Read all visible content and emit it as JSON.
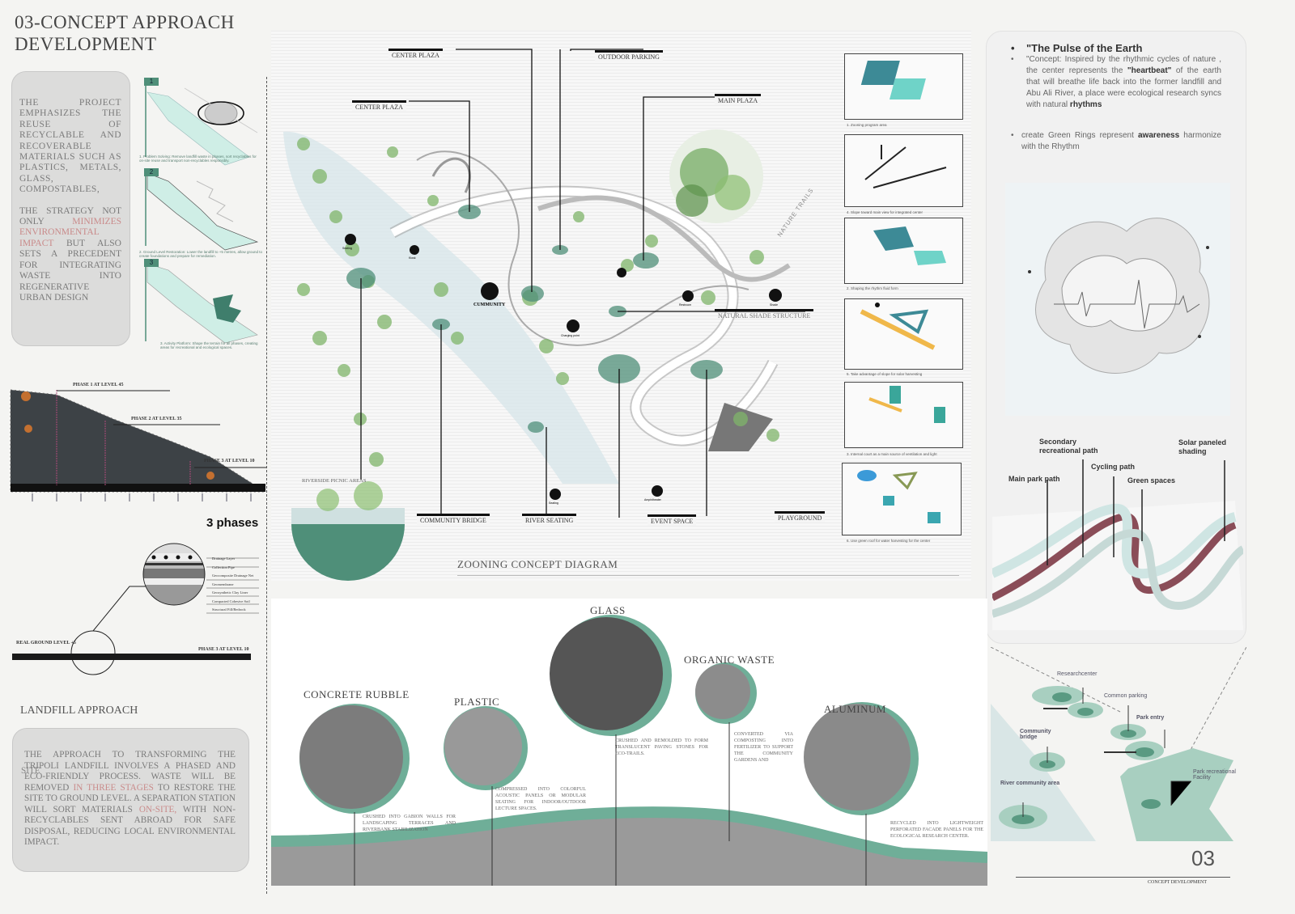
{
  "title": {
    "line1": "03-CONCEPT APPROACH",
    "line2": "DEVELOPMENT"
  },
  "intro": {
    "text_a": "THE PROJECT EMPHASIZES THE REUSE OF RECYCLABLE AND RECOVERABLE MATERIALS SUCH AS PLASTICS, METALS, GLASS, COMPOSTABLES,",
    "text_b1": "THE STRATEGY NOT ONLY ",
    "text_b_red": "MINIMIZES ENVIRONMENTAL IMPACT",
    "text_b2": " BUT ALSO SETS A PRECEDENT FOR INTEGRATING WASTE INTO REGENERATIVE URBAN DESIGN"
  },
  "steps": [
    {
      "num": "1",
      "caption": "1. Problem Solving: Remove landfill waste in phases, sort recyclables for on-site reuse and transport non-recyclables responsibly."
    },
    {
      "num": "2",
      "caption": "2. Ground Level Restoration: Lower the landfill to +5 metres, allow ground to create foundations and prepare for remediation."
    },
    {
      "num": "3",
      "caption": "3. Activity Platform: Shape the terrain for all phases, creating areas for recreational and ecological spaces."
    }
  ],
  "landfill": {
    "phases": [
      "PHASE 1 AT LEVEL 45",
      "PHASE 2 AT LEVEL 35",
      "PHASE 3 AT LEVEL 10"
    ],
    "summary": "3 phases",
    "liner_layers": [
      "Drainage Layer",
      "Collection Pipe",
      "Geocomposite Drainage Net",
      "Geomembrane",
      "Geosynthetic Clay Liner",
      "Compacted Cohesive Soil",
      "Structural Fill/Bedrock"
    ],
    "ground_label": "REAL GROUND LEVEL +5",
    "phase_end_label": "PHASE 3 AT LEVEL 10"
  },
  "approach": {
    "heading": "LANDFILL APPROACH",
    "stray": "SITE",
    "t1": "THE APPROACH TO TRANSFORMING THE TRIPOLI LANDFILL INVOLVES A PHASED AND ECO-FRIENDLY PROCESS. WASTE WILL BE REMOVED ",
    "t_red1": "IN THREE STAGES",
    "t2": " TO RESTORE THE SITE TO GROUND LEVEL. A SEPARATION STATION WILL SORT MATERIALS ",
    "t_red2": "ON-SITE,",
    "t3": " WITH NON-RECYCLABLES SENT ABROAD FOR SAFE DISPOSAL, REDUCING LOCAL ENVIRONMENTAL IMPACT."
  },
  "plan": {
    "title": "ZOONING CONCEPT DIAGRAM",
    "labels": {
      "center_plaza_1": "CENTER PLAZA",
      "outdoor_parking": "OUTDOOR PARKING",
      "center_plaza_2": "CENTER PLAZA",
      "main_plaza": "MAIN PLAZA",
      "nature_trails": "NATURE TRAILS",
      "community": "CUMMUNITY",
      "shade": "NATURAL SHADE STRUCTURE",
      "picnic": "RIVERSIDE PICNIC AREAS",
      "bridge": "COMMUNITY BRIDGE",
      "river_seating": "RIVER SEATING",
      "event": "EVENT SPACE",
      "playground": "PLAYGROUND"
    },
    "icons": {
      "seating": "Seating",
      "kiosk": "Kiosk",
      "charging": "Charging point",
      "restroom": "Restroom",
      "shade": "Shade",
      "amphitheater": "Amphitheater",
      "seating2": "Seating"
    }
  },
  "thumbs": [
    "1. Zooning program area",
    "4. Slope toward main view for integrated center",
    "2. Shaping the rhythm fluid form",
    "5. Take advantage of slope for solar harvesting",
    "3. Internal court as a main source of ventilation and light",
    "6. Use green roof for water harvesting for the center"
  ],
  "concept": {
    "heading": "\"The Pulse of the Earth",
    "p1a": "\"Concept: Inspired by the rhythmic cycles of nature , the center represents the ",
    "p1b": "\"heartbeat\"",
    "p1c": " of the earth that will breathe life back into the former landfill and Abu Ali River, a place were ecological research syncs with natural ",
    "p1d": "rhythms",
    "p2a": "create Green Rings  represent ",
    "p2b": "awareness",
    "p2c": " harmonize with the Rhythm"
  },
  "paths": {
    "secondary": "Secondary recreational path",
    "solar": "Solar paneled shading",
    "cycling": "Cycling path",
    "main": "Main park path",
    "green": "Green spaces"
  },
  "zoning": {
    "research": "Researchcenter",
    "parking": "Common parking",
    "entry": "Park entry",
    "bridge": "Community bridge",
    "river": "River community area",
    "facility": "Park recreational Facility"
  },
  "materials": [
    {
      "name": "CONCRETE RUBBLE",
      "caption": "CRUSHED INTO GABION WALLS FOR LANDSCAPING TERRACES AND RIVERBANK STABILIZATION"
    },
    {
      "name": "PLASTIC",
      "caption": "COMPRESSED INTO COLORFUL ACOUSTIC PANELS OR MODULAR SEATING FOR INDOOR/OUTDOOR LECTURE SPACES."
    },
    {
      "name": "GLASS",
      "caption": "CRUSHED AND REMOLDED TO FORM TRANSLUCENT PAVING STONES FOR ECO-TRAILS."
    },
    {
      "name": "ORGANIC WASTE",
      "caption": "CONVERTED VIA COMPOSTING INTO FERTILIZER TO SUPPORT THE COMMUNITY GARDENS AND"
    },
    {
      "name": "ALUMINUM",
      "caption": "RECYCLED INTO LIGHTWEIGHT PERFORATED FACADE PANELS FOR THE ECOLOGICAL RESEARCH CENTER."
    }
  ],
  "footer": {
    "page": "03",
    "label": "CONCEPT DEVELOPMENT"
  },
  "colors": {
    "accent": "#6fae98",
    "dark_green": "#4f8f79",
    "red_text": "#c98a8a"
  }
}
